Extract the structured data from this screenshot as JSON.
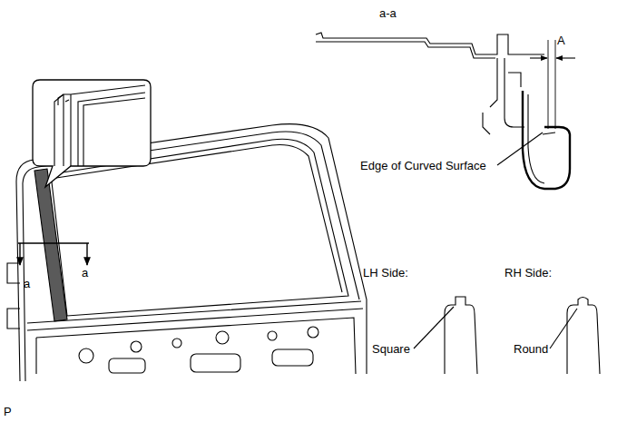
{
  "diagram": {
    "labels": [
      "a-a",
      "A",
      "Edge of Curved Surface",
      "LH Side:",
      "RH Side:",
      "Square",
      "Round",
      "a",
      "a",
      "P"
    ]
  }
}
